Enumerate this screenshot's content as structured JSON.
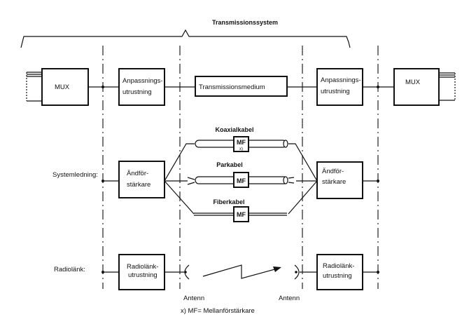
{
  "title": "Transmissionssystem",
  "rows": {
    "systemledning": "Systemledning:",
    "radiolank": "Radiolänk:"
  },
  "top_row": {
    "mux_left": "MUX",
    "mux_right": "MUX",
    "adapter_left": [
      "Anpassnings-",
      "utrustning"
    ],
    "adapter_right": [
      "Anpassnings-",
      "utrustning"
    ],
    "medium": "Transmissionsmedium"
  },
  "cable_row": {
    "amp_left": [
      "Ändför-",
      "stärkare"
    ],
    "amp_right": [
      "Ändför-",
      "stärkare"
    ],
    "cables": [
      {
        "name": "Koaxialkabel",
        "mf": "MF",
        "note": "x)"
      },
      {
        "name": "Parkabel",
        "mf": "MF"
      },
      {
        "name": "Fiberkabel",
        "mf": "MF"
      }
    ]
  },
  "radio_row": {
    "equip_left": [
      "Radiolänk-",
      "utrustning"
    ],
    "equip_right": [
      "Radiolänk-",
      "utrustning"
    ],
    "antenna_left": "Antenn",
    "antenna_right": "Antenn"
  },
  "footnote": "x) MF= Mellanförstärkare"
}
